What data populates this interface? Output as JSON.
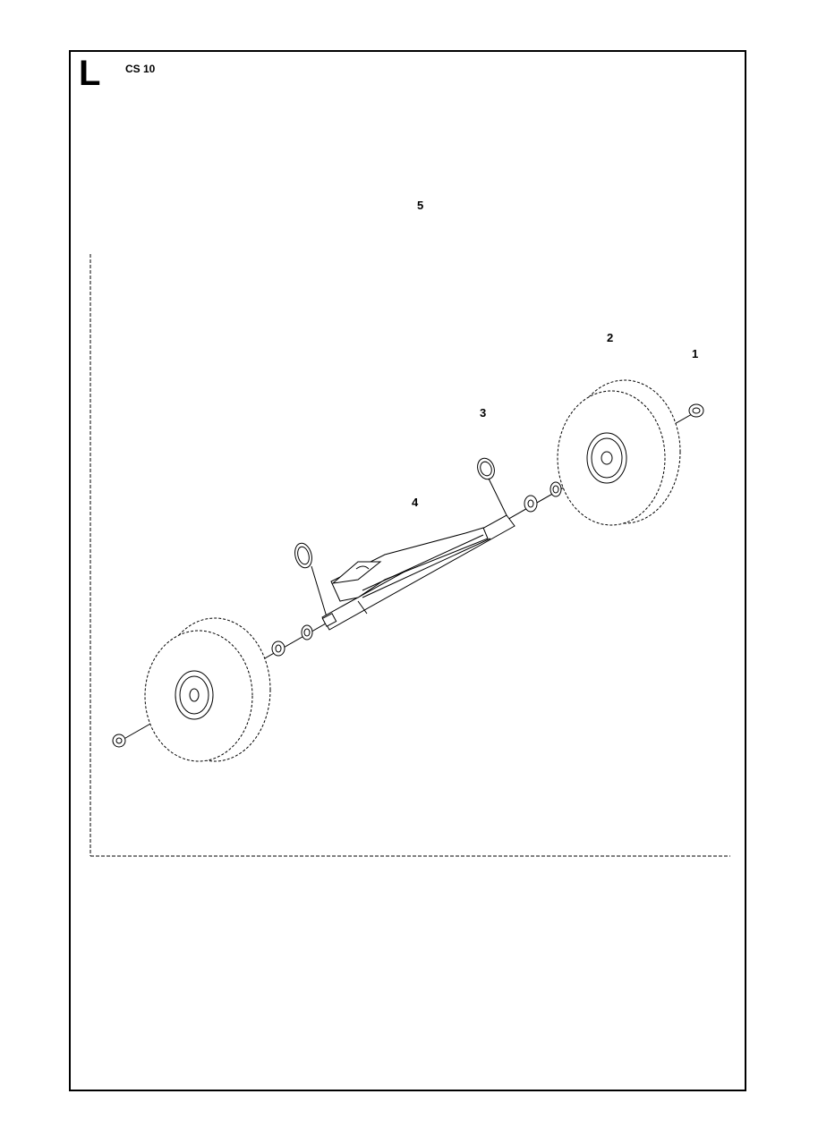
{
  "header": {
    "section_letter": "L",
    "model": "CS 10"
  },
  "callouts": [
    {
      "id": "1",
      "label": "1"
    },
    {
      "id": "2",
      "label": "2"
    },
    {
      "id": "3",
      "label": "3"
    },
    {
      "id": "4",
      "label": "4"
    },
    {
      "id": "5",
      "label": "5"
    }
  ]
}
